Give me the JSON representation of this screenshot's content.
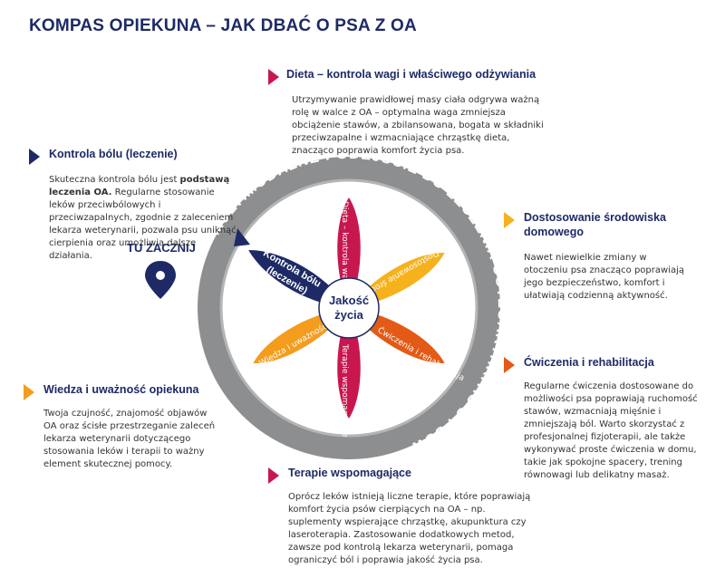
{
  "title": "KOMPAS OPIEKUNA – JAK DBAĆ O PSA Z OA",
  "start_label": "TU ZACZNIJ",
  "ring_text": "MULTIMODALNE PODEJŚCIE DO LECZENIA OSTEOARTHRITIS U PSÓW",
  "center": {
    "line1": "Jakość",
    "line2": "życia"
  },
  "colors": {
    "navy": "#1d2a66",
    "magenta": "#c8174f",
    "yellow": "#f6b21c",
    "orange": "#f08a1c",
    "deep_orange": "#e35a16",
    "ring": "#8d8e90"
  },
  "spokes": {
    "dieta": "Dieta – kontrola wagi i właściwego odżywiania",
    "srodowisko": "Dostosowanie środowiska domowego",
    "cwiczenia": "Ćwiczenia i rehabilitacja",
    "terapie": "Terapie wspomagające",
    "wiedza": "Wiedza i uważność opiekuna",
    "bol_line1": "Kontrola bólu",
    "bol_line2": "(leczenie)"
  },
  "sections": {
    "dieta": {
      "title": "Dieta – kontrola wagi i właściwego odżywiania",
      "text": "Utrzymywanie prawidłowej masy ciała odgrywa ważną rolę w walce z OA – optymalna waga zmniejsza obciążenie stawów, a zbilansowana, bogata w składniki przeciwzapalne i wzmacniające chrząstkę dieta, znacząco poprawia komfort życia psa."
    },
    "bol": {
      "title": "Kontrola bólu (leczenie)",
      "text_a": "Skuteczna kontrola bólu jest ",
      "text_b": "podstawą leczenia OA.",
      "text_c": " Regularne stosowanie leków przeciwbólowych i przeciwzapalnych, zgodnie z zaleceniem lekarza weterynarii, pozwala psu uniknąć cierpienia oraz umożliwia dalsze działania."
    },
    "srodowisko": {
      "title": "Dostosowanie środowiska domowego",
      "text": "Nawet niewielkie zmiany w otoczeniu psa znacząco poprawiają jego bezpieczeństwo, komfort i ułatwiają codzienną aktywność."
    },
    "cwiczenia": {
      "title": "Ćwiczenia i rehabilitacja",
      "text": "Regularne ćwiczenia dostosowane do możliwości psa poprawiają ruchomość stawów, wzmacniają mięśnie i zmniejszają ból. Warto skorzystać z profesjonalnej fizjoterapii, ale także wykonywać proste ćwiczenia w domu, takie jak spokojne spacery, trening równowagi lub delikatny masaż."
    },
    "wiedza": {
      "title": "Wiedza i uważność opiekuna",
      "text": "Twoja czujność, znajomość objawów OA oraz ścisłe przestrzeganie zaleceń lekarza weterynarii dotyczącego stosowania leków i terapii to ważny element skutecznej pomocy."
    },
    "terapie": {
      "title": "Terapie wspomagające",
      "text": "Oprócz leków istnieją liczne terapie, które poprawiają komfort życia psów cierpiących na OA – np. suplementy wspierające chrząstkę, akupunktura czy laseroterapia. Zastosowanie dodatkowych metod, zawsze pod kontrolą lekarza weterynarii, pomaga ograniczyć ból i poprawia jakość życia psa."
    }
  }
}
